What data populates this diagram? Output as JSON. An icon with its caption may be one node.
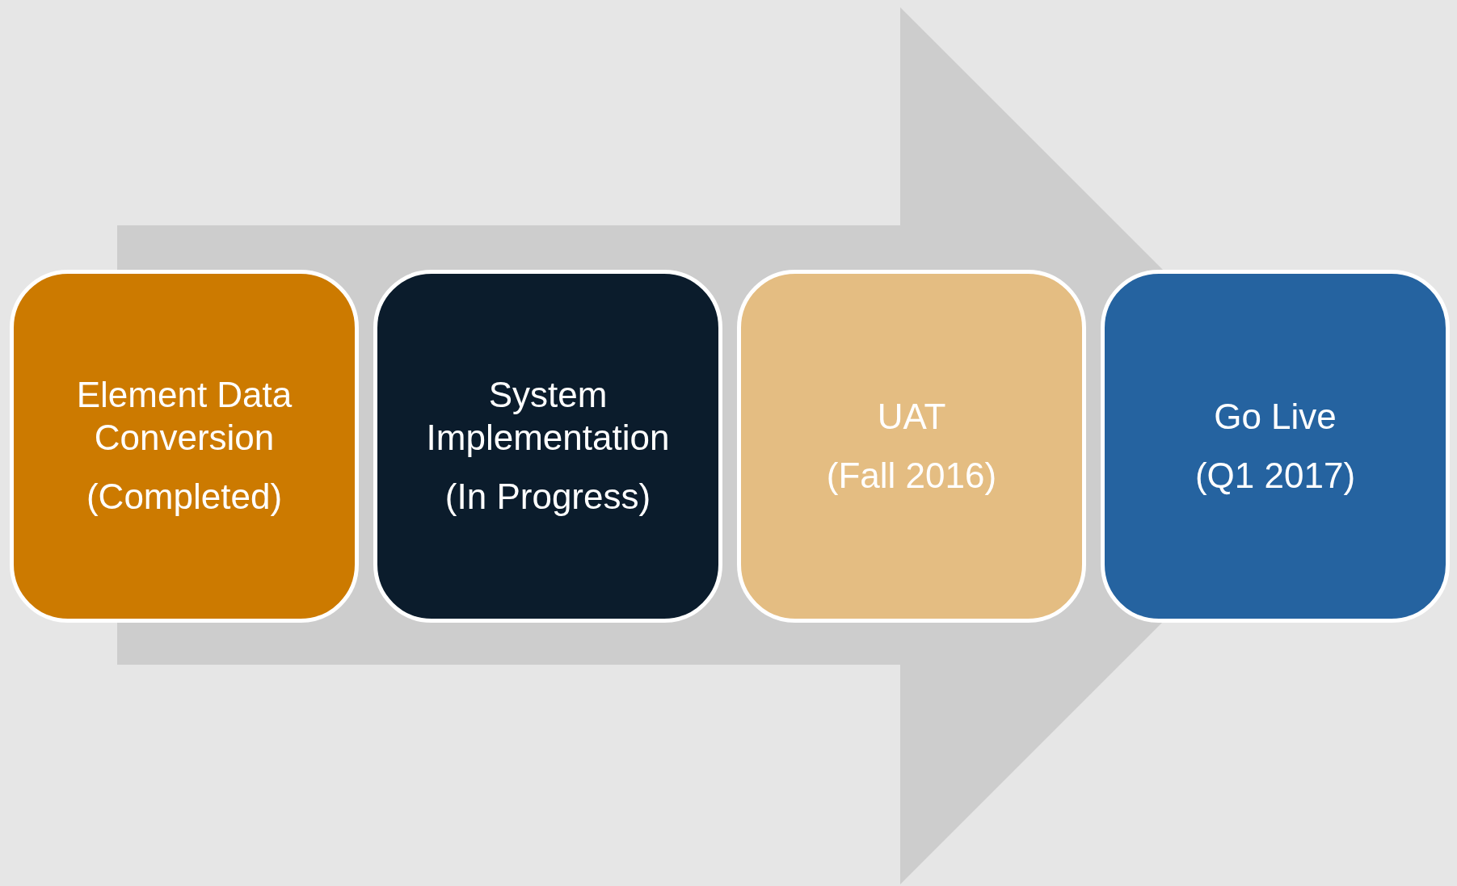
{
  "diagram": {
    "nodes": [
      {
        "text": [
          "Element Data Conversion",
          "(Completed)"
        ]
      },
      {
        "text": [
          "System Implementation",
          "(In Progress)"
        ]
      },
      {
        "text": [
          "UAT",
          "(Fall 2016)"
        ]
      },
      {
        "text": [
          "Go Live",
          "(Q1 2017)"
        ]
      }
    ],
    "edges": [
      {
        "from": 0,
        "to": 3,
        "arrow": "to"
      }
    ]
  }
}
